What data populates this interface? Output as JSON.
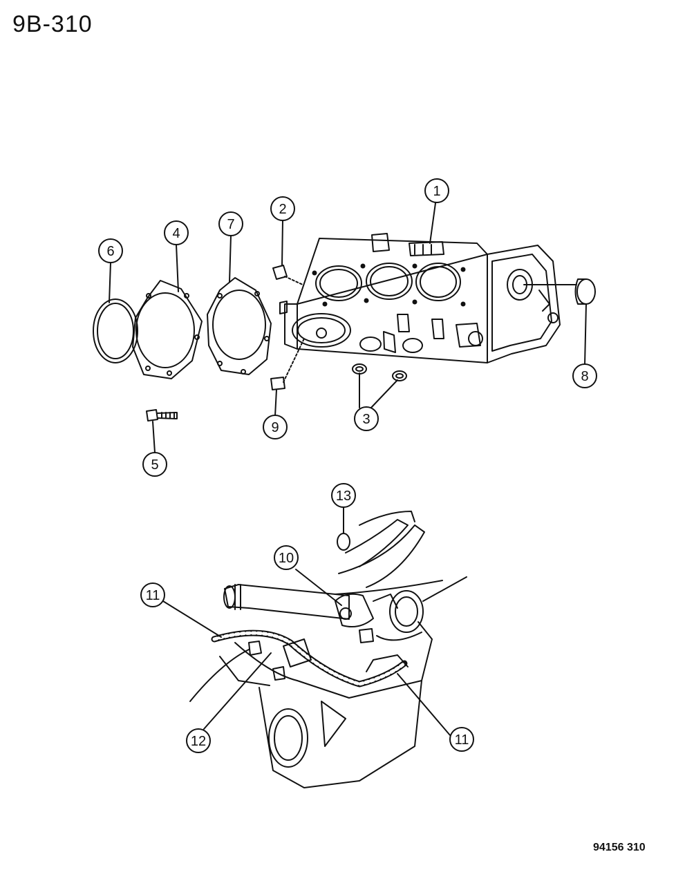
{
  "title": "9B-310",
  "figure_id": "94156 310",
  "callouts": {
    "c1": "1",
    "c2": "2",
    "c3": "3",
    "c4": "4",
    "c5": "5",
    "c6": "6",
    "c7": "7",
    "c8": "8",
    "c9": "9",
    "c10": "10",
    "c11a": "11",
    "c11b": "11",
    "c12": "12",
    "c13": "13"
  },
  "colors": {
    "ink": "#111111",
    "paper": "#ffffff"
  }
}
